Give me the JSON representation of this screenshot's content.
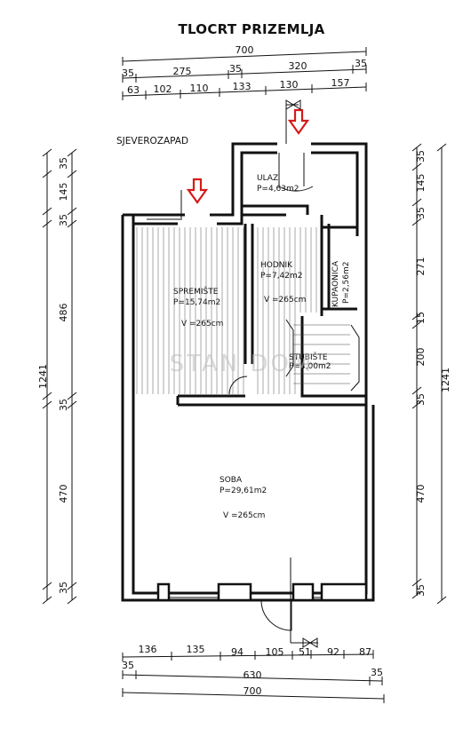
{
  "title": "TLOCRT PRIZEMLJA",
  "orientation": "SJEVEROZAPAD",
  "watermark": "STAN DOM",
  "rooms": {
    "ulaz": {
      "name": "ULAZ",
      "area": "P=4,63m2"
    },
    "spremiste": {
      "name": "SPREMIŠTE",
      "area": "P=15,74m2",
      "height": "V =265cm"
    },
    "hodnik": {
      "name": "HODNIK",
      "area": "P=7,42m2",
      "height": "V =265cm"
    },
    "kupaonica": {
      "name": "KUPAONICA",
      "area": "P=2,56m2"
    },
    "stubiste": {
      "name": "STUBIŠTE",
      "area": "P=4,00m2"
    },
    "soba": {
      "name": "SOBA",
      "area": "P=29,61m2",
      "height": "V =265cm"
    }
  },
  "dimensions": {
    "top_total": "700",
    "top_row1": [
      "35",
      "275",
      "35",
      "320",
      "35"
    ],
    "top_row2": [
      "63",
      "102",
      "110",
      "133",
      "130",
      "157"
    ],
    "bottom_row1": [
      "136",
      "135",
      "94",
      "105",
      "51",
      "92",
      "87"
    ],
    "bottom_row2": [
      "35",
      "630",
      "35"
    ],
    "bottom_total": "700",
    "left_row": [
      "35",
      "145",
      "35",
      "486",
      "35",
      "470",
      "35"
    ],
    "left_total": "1241",
    "right_row": [
      "35",
      "145",
      "35",
      "271",
      "15",
      "200",
      "35",
      "470",
      "35"
    ],
    "right_total": "1241"
  }
}
